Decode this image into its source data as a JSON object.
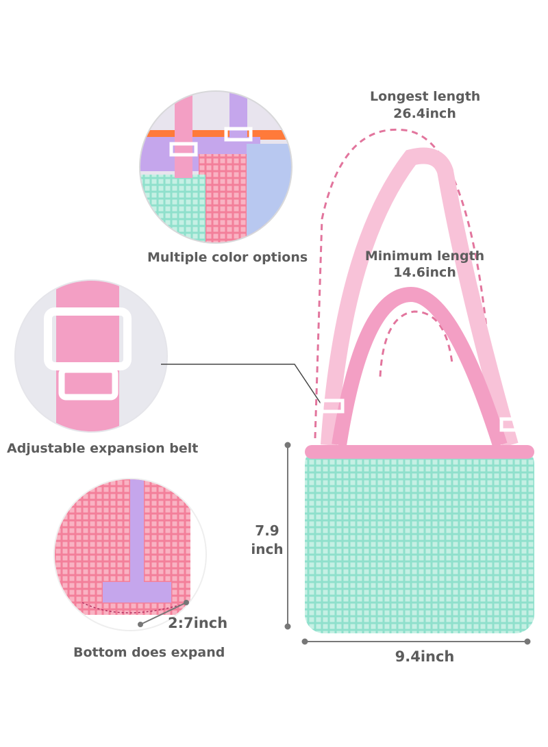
{
  "labels": {
    "longest_title": "Longest length",
    "longest_value": "26.4inch",
    "minimum_title": "Minimum length",
    "minimum_value": "14.6inch",
    "color_options": "Multiple color options",
    "adjustable_belt": "Adjustable expansion belt",
    "bottom_expand": "Bottom does expand",
    "bottom_depth": "2:7inch",
    "height_value": "7.9",
    "height_unit": "inch",
    "width_value": "9.4inch"
  },
  "colors": {
    "mint_mesh": "#8fe0cc",
    "pink_strap": "#f39fc4",
    "lavender": "#c5a6ec",
    "orange_zip": "#ff7a3a",
    "dashed_guide": "#e2759d"
  }
}
